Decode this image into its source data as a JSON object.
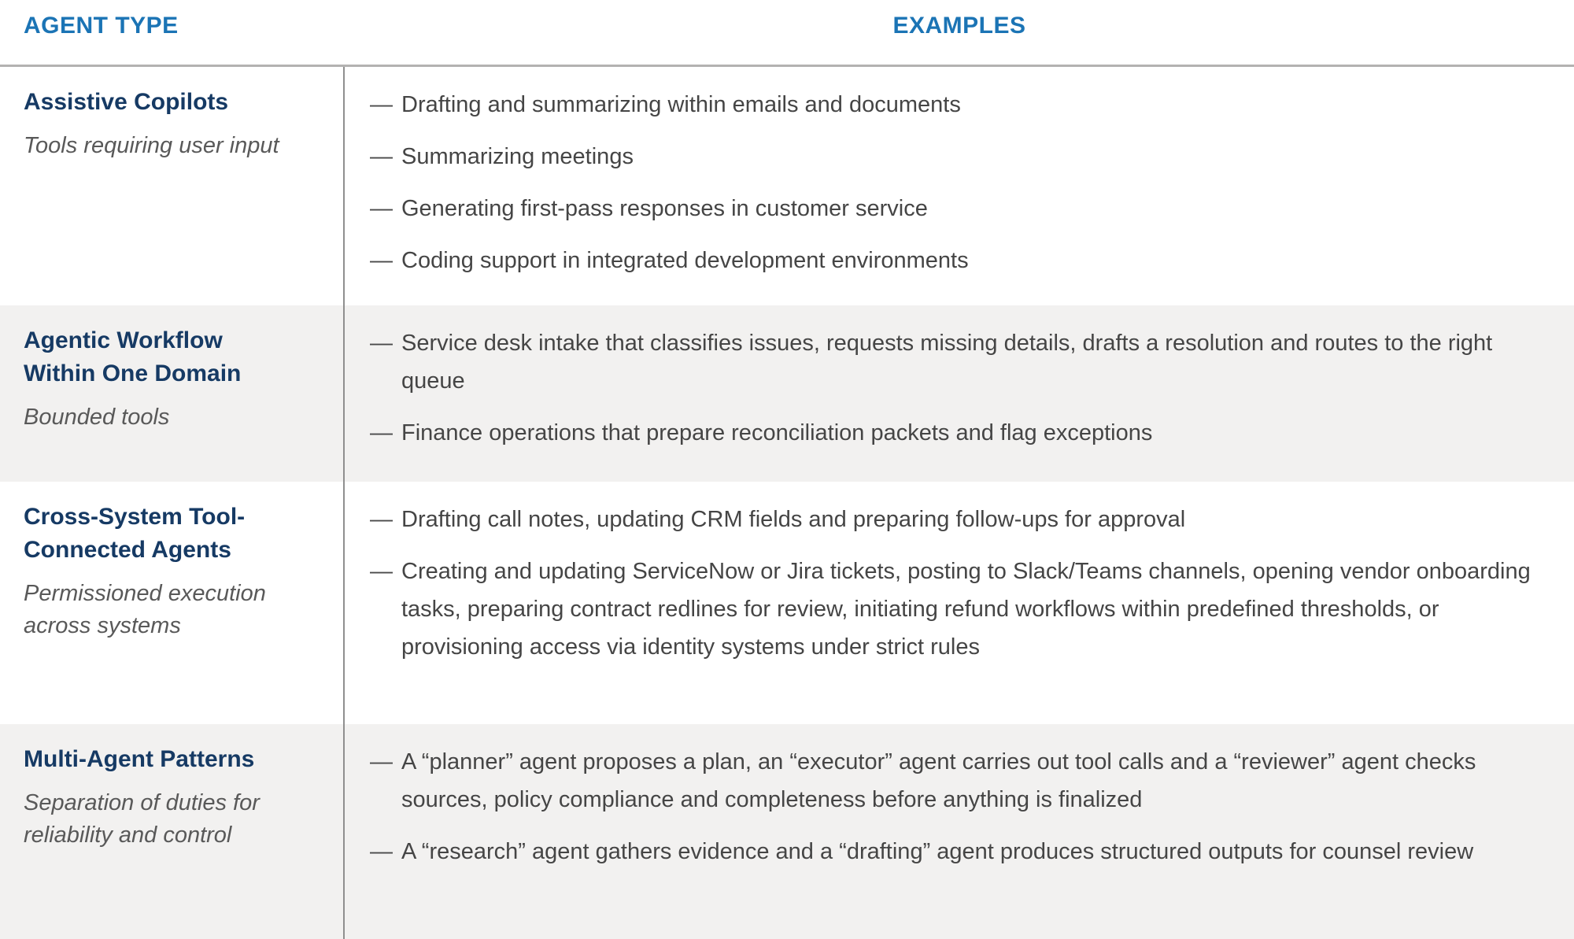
{
  "header": {
    "col1": "AGENT TYPE",
    "col2": "EXAMPLES"
  },
  "bullet_marker": "—",
  "colors": {
    "header_blue": "#1b74b5",
    "title_navy": "#163a64",
    "subtitle_gray": "#595959",
    "body_text": "#454545",
    "row_shade": "#f2f1f0",
    "divider_gray": "#8f8f8f",
    "header_rule_gray": "#b3b2b1"
  },
  "rows": [
    {
      "title": "Assistive Copilots",
      "subtitle": "Tools requiring user input",
      "examples": [
        "Drafting and summarizing within emails and documents",
        "Summarizing meetings",
        "Generating first-pass responses in customer service",
        "Coding support in integrated development environments"
      ]
    },
    {
      "title": "Agentic Workflow Within One Domain",
      "subtitle": "Bounded tools",
      "examples": [
        "Service desk intake that classifies issues, requests missing details, drafts a resolution and routes to the right queue",
        "Finance operations that prepare reconciliation packets and flag exceptions"
      ]
    },
    {
      "title": "Cross-System Tool-Connected Agents",
      "subtitle": "Permissioned execution across systems",
      "examples": [
        "Drafting call notes, updating CRM fields and preparing follow-ups for approval",
        "Creating and updating ServiceNow or Jira tickets, posting to Slack/Teams channels, opening vendor onboarding tasks, preparing contract redlines for review, initiating refund workflows within predefined thresholds, or provisioning access via identity systems under strict rules"
      ]
    },
    {
      "title": "Multi-Agent Patterns",
      "subtitle": "Separation of duties for reliability and control",
      "examples": [
        "A “planner” agent proposes a plan, an “executor” agent carries out tool calls and a “reviewer” agent checks sources, policy compliance and completeness before anything is finalized",
        "A “research” agent gathers evidence and a “drafting” agent produces structured outputs for counsel review"
      ]
    }
  ]
}
